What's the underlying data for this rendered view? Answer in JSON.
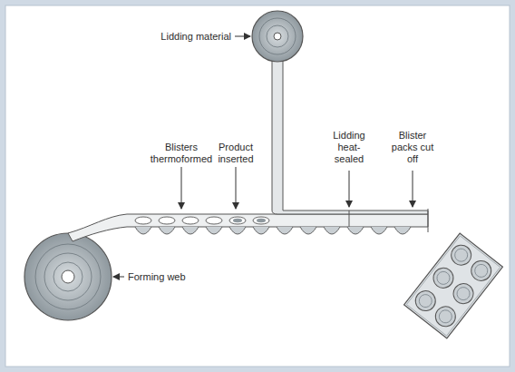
{
  "diagram": {
    "labels": [
      "Lidding material",
      "Blisters thermoformed",
      "Product inserted",
      "Lidding heat-sealed",
      "Blister packs cut off",
      "Forming web"
    ]
  }
}
